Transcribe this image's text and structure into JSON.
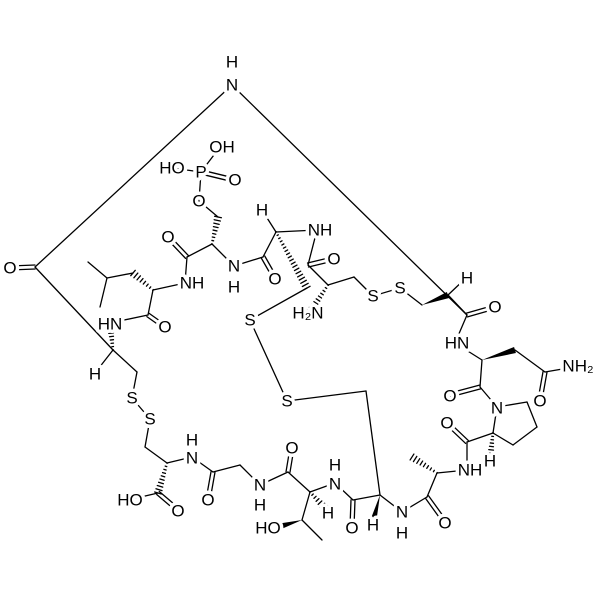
{
  "structure": {
    "atom_labels": [
      "H",
      "N",
      "OH",
      "HO",
      "P",
      "O",
      "O",
      "O",
      "NH",
      "N",
      "H",
      "O",
      "H",
      "NH",
      "O",
      "H₂N",
      "S",
      "S",
      "H",
      "O",
      "HN",
      "NH₂",
      "O",
      "O",
      "N",
      "H",
      "O",
      "NH",
      "O",
      "HN",
      "O",
      "H",
      "S",
      "S",
      "S",
      "S",
      "H",
      "N",
      "O",
      "N",
      "H",
      "O",
      "H",
      "N",
      "H",
      "O",
      "H",
      "N",
      "H",
      "O",
      "HO",
      "O",
      "H",
      "HO",
      "H"
    ],
    "colors": {
      "bond": "#000000",
      "background": "#ffffff"
    }
  }
}
